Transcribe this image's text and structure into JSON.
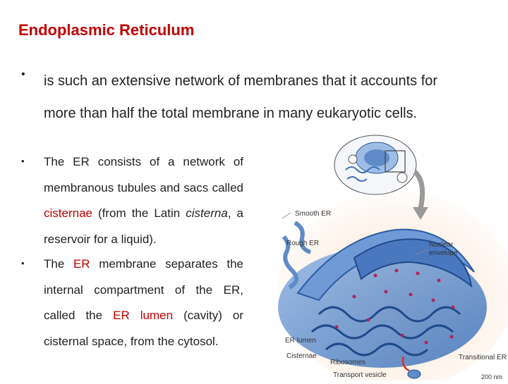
{
  "title": "Endoplasmic Reticulum",
  "bullets": [
    {
      "marker": "•",
      "text": "is such an extensive network of membranes that it accounts for more than half the total membrane in many eukaryotic cells."
    },
    {
      "marker": "•",
      "parts": [
        "The ER consists of a network of membranous tubules and sacs called ",
        "cisternae",
        " (from the Latin ",
        "cisterna",
        ", a reservoir for a liquid)."
      ]
    },
    {
      "marker": "•",
      "parts": [
        "The ",
        "ER",
        " membrane separates the internal compartment of the ER, called the ",
        "ER lumen",
        " (cavity) or cisternal space, from the cytosol."
      ]
    }
  ],
  "figure": {
    "labels": {
      "smooth_er": "Smooth ER",
      "rough_er": "Rough ER",
      "nuclear_envelope_1": "Nuclear",
      "nuclear_envelope_2": "envelope",
      "er_lumen": "ER lumen",
      "cisternae": "Cisternae",
      "ribosomes": "Ribosomes",
      "transport_vesicle": "Transport vesicle",
      "transitional_er": "Transitional ER",
      "scale": "200 nm"
    }
  }
}
